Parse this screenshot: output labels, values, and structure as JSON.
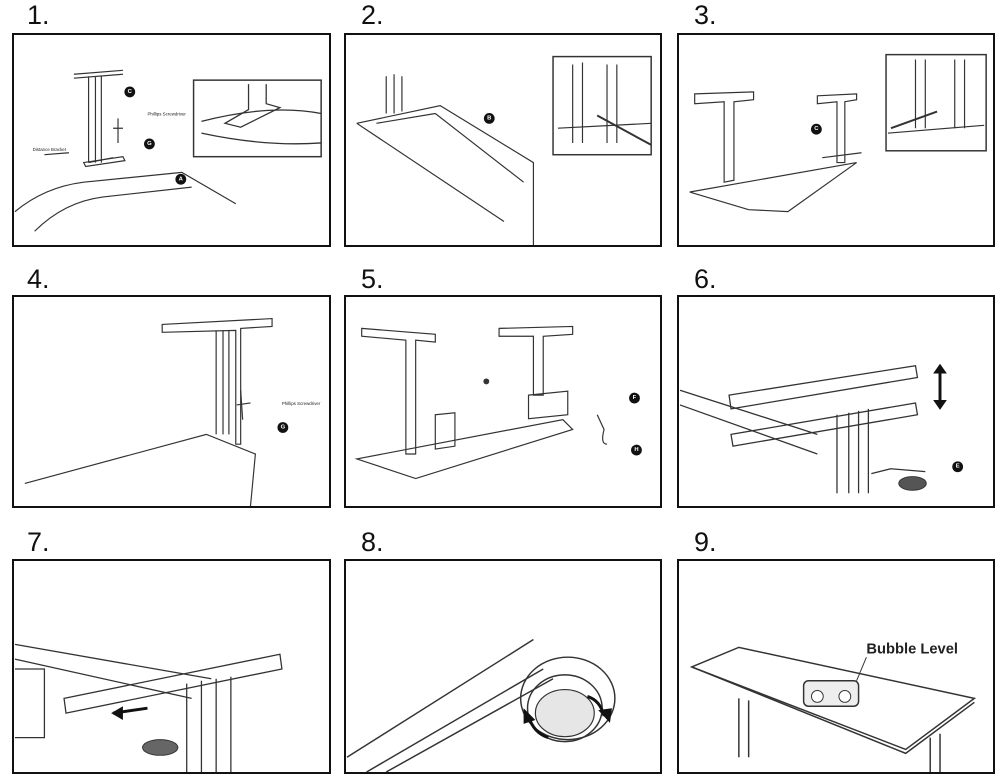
{
  "steps": [
    {
      "number": "1.",
      "callouts": [
        "C",
        "G",
        "A"
      ],
      "labels": [
        "Phillips Screwdriver",
        "Distance Bracket"
      ]
    },
    {
      "number": "2.",
      "callouts": [
        "B"
      ]
    },
    {
      "number": "3.",
      "callouts": [
        "C"
      ]
    },
    {
      "number": "4.",
      "callouts": [
        "G"
      ],
      "labels": [
        "Phillips Screwdriver"
      ]
    },
    {
      "number": "5.",
      "callouts": [
        "F",
        "H"
      ]
    },
    {
      "number": "6.",
      "callouts": [
        "E"
      ]
    },
    {
      "number": "7."
    },
    {
      "number": "8."
    },
    {
      "number": "9.",
      "labels": [
        "Bubble Level"
      ]
    }
  ],
  "colors": {
    "line": "#333333",
    "frame": "#111111",
    "callout_fill": "#111111"
  }
}
